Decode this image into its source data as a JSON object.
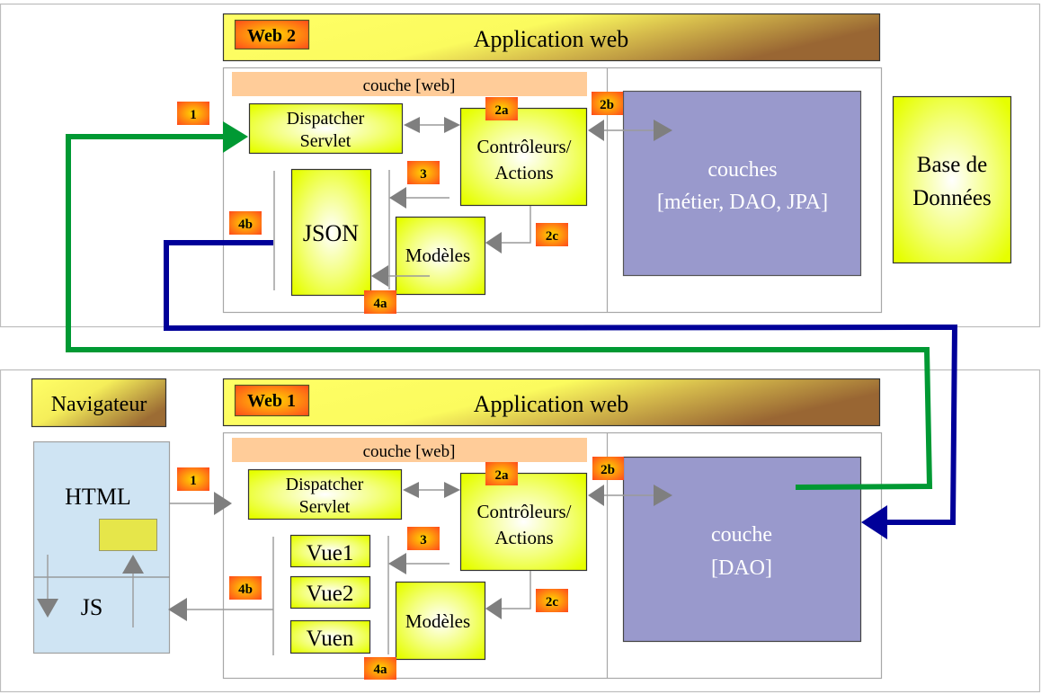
{
  "diagram": {
    "top": {
      "version_badge": "Web 2",
      "title": "Application web",
      "web_layer": "couche [web]",
      "dispatcher": [
        "Dispatcher",
        "Servlet"
      ],
      "controllers": [
        "Contrôleurs/",
        "Actions"
      ],
      "json": "JSON",
      "models": "Modèles",
      "back_layers": [
        "couches",
        "[métier, DAO, JPA]"
      ],
      "database": [
        "Base de",
        "Données"
      ],
      "steps": {
        "s1": "1",
        "s2a": "2a",
        "s2b": "2b",
        "s2c": "2c",
        "s3": "3",
        "s4a": "4a",
        "s4b": "4b"
      }
    },
    "bottom": {
      "browser_title": "Navigateur",
      "html": "HTML",
      "js": "JS",
      "version_badge": "Web 1",
      "title": "Application web",
      "web_layer": "couche [web]",
      "dispatcher": [
        "Dispatcher",
        "Servlet"
      ],
      "controllers": [
        "Contrôleurs/",
        "Actions"
      ],
      "views": [
        "Vue1",
        "Vue2",
        "Vuen"
      ],
      "models": "Modèles",
      "dao_layer": [
        "couche",
        "[DAO]"
      ],
      "steps": {
        "s1": "1",
        "s2a": "2a",
        "s2b": "2b",
        "s2c": "2c",
        "s3": "3",
        "s4a": "4a",
        "s4b": "4b"
      }
    },
    "colors": {
      "request_flow": "#009933",
      "response_flow": "#000099",
      "layer_box": "#9999cc",
      "component_yellow": "#e8ff1a",
      "web_layer_band": "#ffcc99",
      "browser_bg": "#cfe4f3"
    }
  }
}
